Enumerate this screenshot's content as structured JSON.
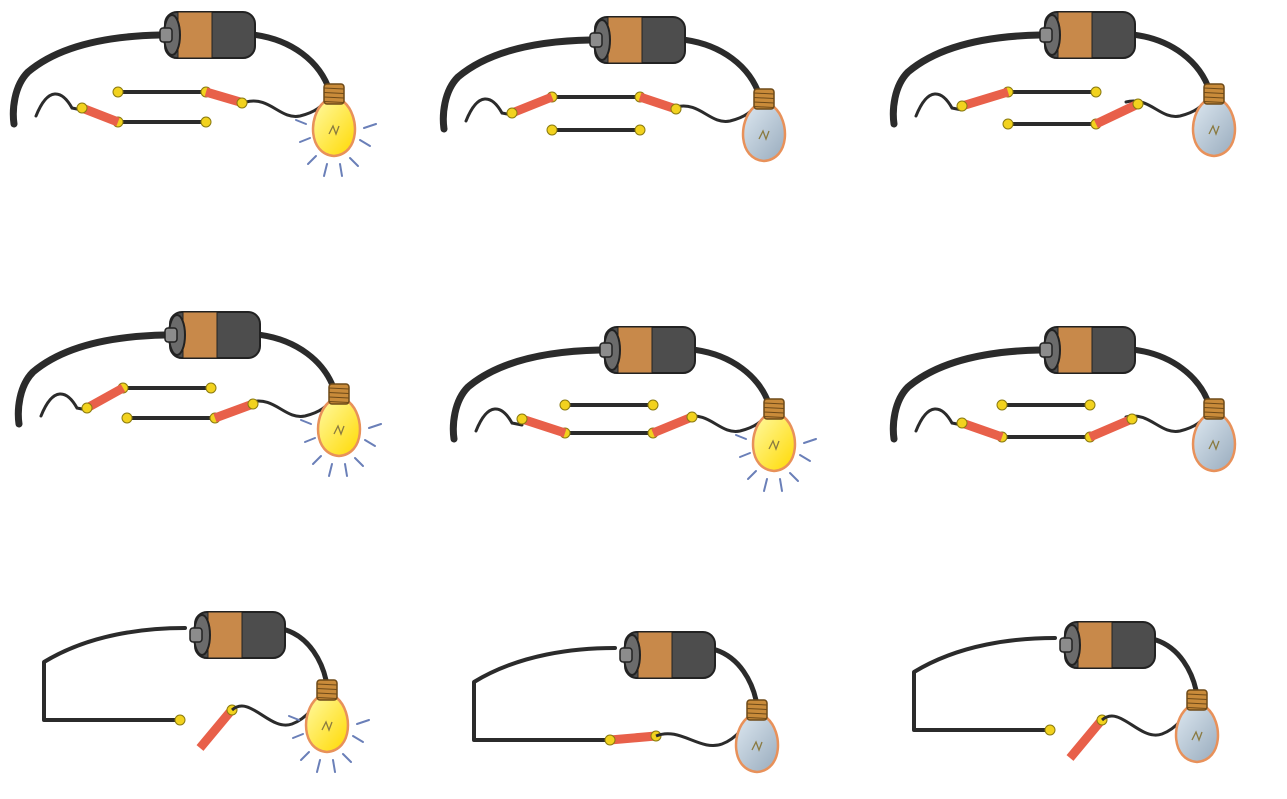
{
  "diagram": {
    "panels": [
      {
        "id": "a",
        "bulb": "lit",
        "switch": "two-rod"
      },
      {
        "id": "b",
        "bulb": "unlit",
        "switch": "two-rod"
      },
      {
        "id": "c",
        "bulb": "unlit",
        "switch": "two-rod"
      },
      {
        "id": "d",
        "bulb": "lit",
        "switch": "two-rod"
      },
      {
        "id": "e",
        "bulb": "lit",
        "switch": "two-rod"
      },
      {
        "id": "f",
        "bulb": "unlit",
        "switch": "two-rod"
      },
      {
        "id": "g",
        "bulb": "lit",
        "switch": "single-gap"
      },
      {
        "id": "h",
        "bulb": "unlit",
        "switch": "single-gap"
      },
      {
        "id": "i",
        "bulb": "unlit",
        "switch": "single-gap"
      }
    ],
    "colors": {
      "wire": "#2b2b2b",
      "battery_body": "#4d4d4d",
      "battery_band": "#c8894a",
      "battery_cap": "#8c8c8c",
      "lit_bulb": "#ffe81a",
      "unlit_bulb": "#b9c9d6",
      "bulb_outline": "#e8915a",
      "bulb_base": "#c98b3a",
      "strip": "#e8604a",
      "contact": "#f2d21e",
      "rays": "#6a7fb8"
    }
  }
}
